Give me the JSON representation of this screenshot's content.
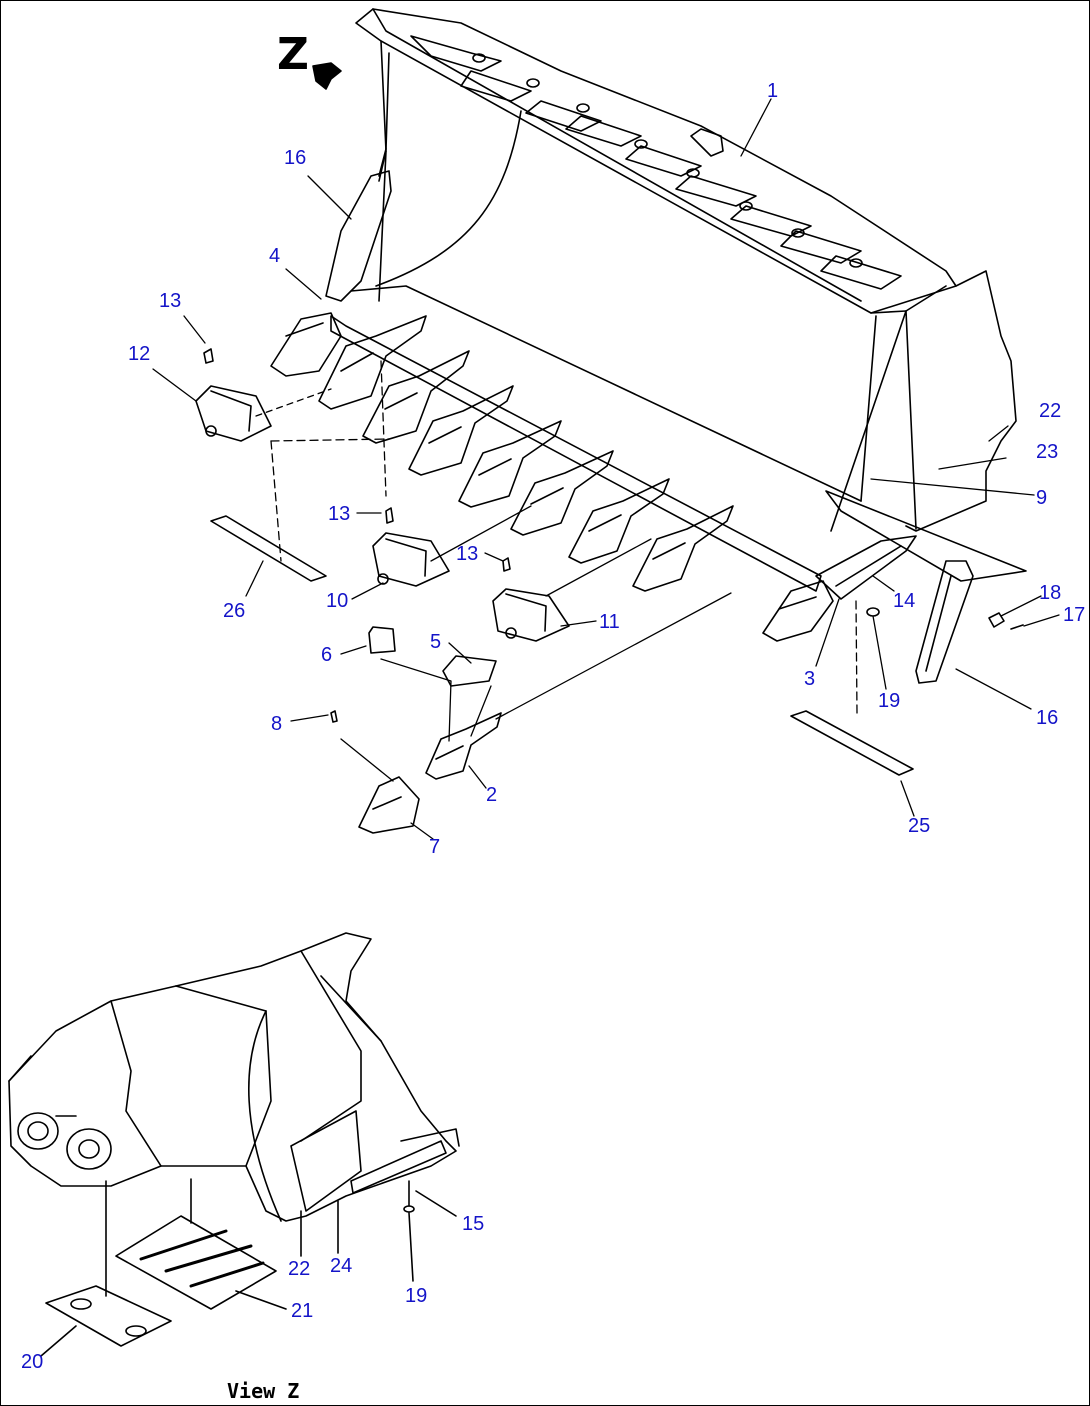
{
  "view_marker": "Z",
  "view_caption": "View Z",
  "callouts": {
    "c1": "1",
    "c2": "2",
    "c3": "3",
    "c4": "4",
    "c5": "5",
    "c6": "6",
    "c7": "7",
    "c8": "8",
    "c9": "9",
    "c10": "10",
    "c11": "11",
    "c12": "12",
    "c13a": "13",
    "c13b": "13",
    "c13c": "13",
    "c14": "14",
    "c15": "15",
    "c16a": "16",
    "c16b": "16",
    "c17": "17",
    "c18": "18",
    "c19a": "19",
    "c19b": "19",
    "c20": "20",
    "c21": "21",
    "c22a": "22",
    "c22b": "22",
    "c23": "23",
    "c24": "24",
    "c25": "25",
    "c26": "26"
  },
  "colors": {
    "callout": "#1414c8",
    "line": "#000000",
    "background": "#ffffff"
  }
}
